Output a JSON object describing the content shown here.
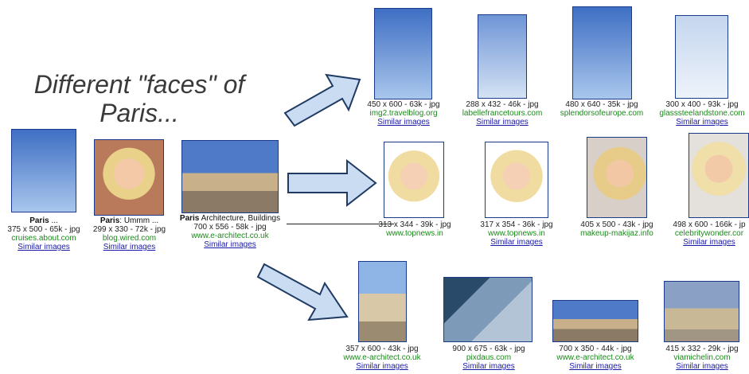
{
  "heading": {
    "line1": "Different \"faces\" of",
    "line2": "Paris..."
  },
  "query_results": [
    {
      "title_bold": "Paris",
      "title_rest": " ...",
      "meta": "375 x 500 - 65k - jpg",
      "site": "cruises.about.com",
      "similar": "Similar images"
    },
    {
      "title_bold": "Paris",
      "title_rest": ": Ummm ...",
      "meta": "299 x 330 - 72k - jpg",
      "site": "blog.wired.com",
      "similar": "Similar images"
    },
    {
      "title_bold": "Paris",
      "title_rest": " Architecture, Buildings",
      "meta": "700 x 556 - 58k - jpg",
      "site": "www.e-architect.co.uk",
      "similar": "Similar images"
    }
  ],
  "row_tower": [
    {
      "meta": "450 x 600 - 63k - jpg",
      "site": "img2.travelblog.org",
      "similar": "Similar images"
    },
    {
      "meta": "288 x 432 - 46k - jpg",
      "site": "labellefrancetours.com",
      "similar": "Similar images"
    },
    {
      "meta": "480 x 640 - 35k - jpg",
      "site": "splendorsofeurope.com",
      "similar": ""
    },
    {
      "meta": "300 x 400 - 93k - jpg",
      "site": "glasssteelandstone.com",
      "similar": "Similar images"
    }
  ],
  "row_hilton": [
    {
      "meta": "313 x 344 - 39k - jpg",
      "site": "www.topnews.in",
      "similar": ""
    },
    {
      "meta": "317 x 354 - 36k - jpg",
      "site": "www.topnews.in",
      "similar": "Similar images"
    },
    {
      "meta": "405 x 500 - 43k - jpg",
      "site": "makeup-makijaz.info",
      "similar": ""
    },
    {
      "meta": "498 x 600 - 166k - jp",
      "site": "celebritywonder.cor",
      "similar": "Similar images"
    }
  ],
  "row_louvre": [
    {
      "meta": "357 x 600 - 43k - jpg",
      "site": "www.e-architect.co.uk",
      "similar": "Similar images"
    },
    {
      "meta": "900 x 675 - 63k - jpg",
      "site": "pixdaus.com",
      "similar": "Similar images"
    },
    {
      "meta": "700 x 350 - 44k - jpg",
      "site": "www.e-architect.co.uk",
      "similar": "Similar images"
    },
    {
      "meta": "415 x 332 - 29k - jpg",
      "site": "viamichelin.com",
      "similar": "Similar images"
    }
  ],
  "colors": {
    "arrow_fill": "#c9dcf2",
    "arrow_stroke": "#1f3b63",
    "site_green": "#1a8a1a",
    "link_blue": "#1a1aa8"
  }
}
